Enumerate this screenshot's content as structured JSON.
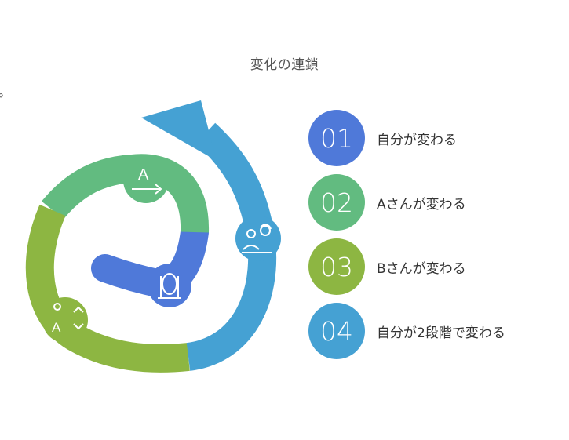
{
  "title": "変化の連鎖",
  "stray_mark": "。",
  "colors": {
    "blue": "#4f79d9",
    "green": "#62bb80",
    "olive": "#8db642",
    "sky": "#45a1d3"
  },
  "icons": {
    "green_node": "letter-a-arrow-icon",
    "olive_node": "person-up-down-icon",
    "sky_node": "people-refresh-icon",
    "blue_node": "mirror-icon"
  },
  "steps": [
    {
      "number": "01",
      "label": "自分が変わる",
      "color": "#4f79d9"
    },
    {
      "number": "02",
      "label": "Aさんが変わる",
      "color": "#62bb80"
    },
    {
      "number": "03",
      "label": "Bさんが変わる",
      "color": "#8db642"
    },
    {
      "number": "04",
      "label": "自分が2段階で変わる",
      "color": "#45a1d3"
    }
  ]
}
